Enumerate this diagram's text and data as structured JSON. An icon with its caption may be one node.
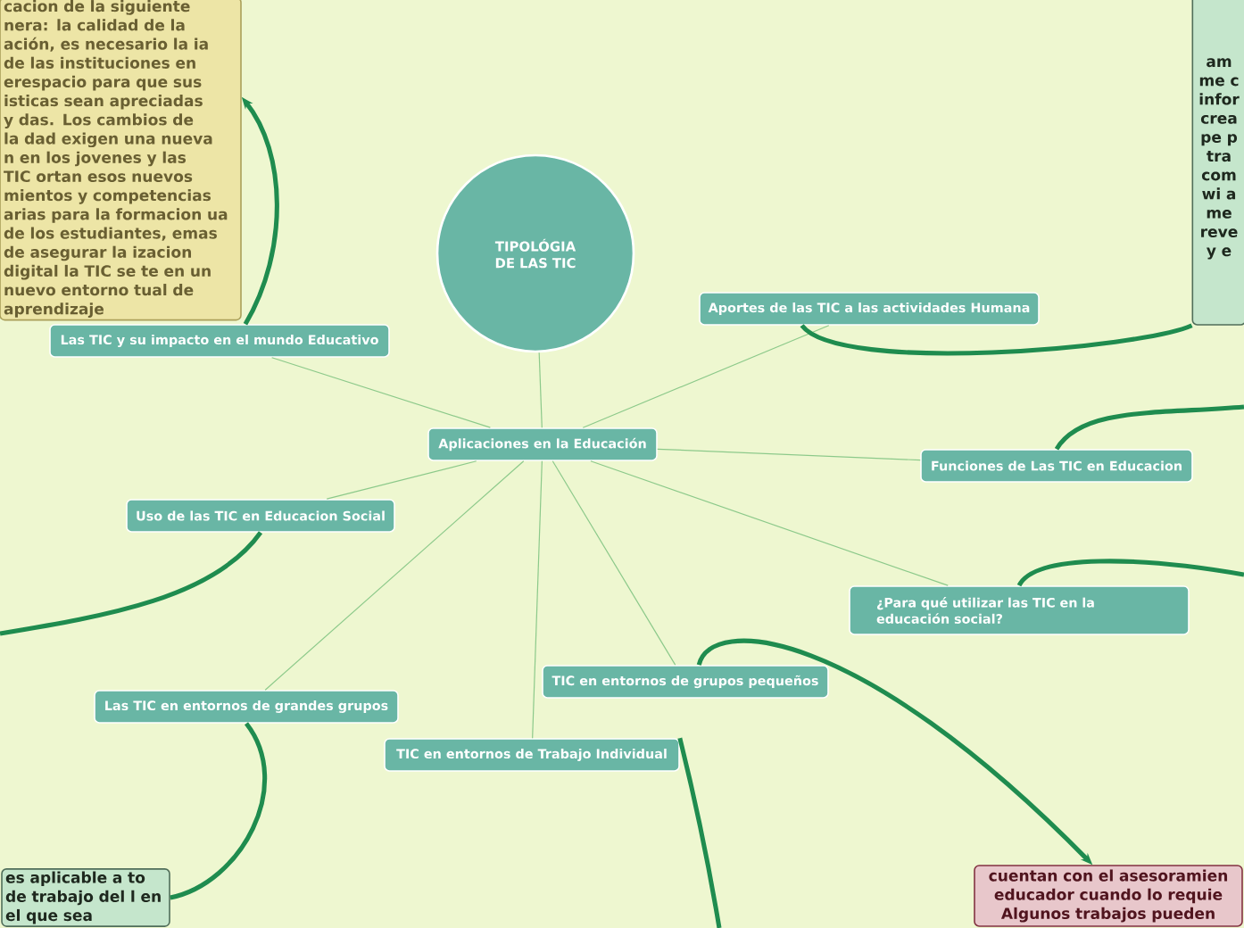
{
  "diagram": {
    "nodes": [
      {
        "text": [
          "TIPOLÓGIA DE LAS TIC"
        ]
      },
      {
        "text": [
          "Aplicaciones en la Educación"
        ]
      },
      {
        "text": [
          "Las TIC y su impacto en el mundo Educativo"
        ]
      },
      {
        "text": [
          "Aportes de las TIC a las actividades Humana"
        ]
      },
      {
        "text": [
          "Funciones de Las TIC en Educacion"
        ]
      },
      {
        "text": [
          "¿Para qué utilizar las TIC en la educación social?"
        ]
      },
      {
        "text": [
          "TIC en entornos de grupos pequeños"
        ]
      },
      {
        "text": [
          "TIC en entornos de Trabajo Individual"
        ]
      },
      {
        "text": [
          "Las TIC en entornos de grandes grupos"
        ]
      },
      {
        "text": [
          "Uso de las TIC en Educacion Social"
        ]
      },
      {
        "text": [
          "cacion de la siguiente nera: la calidad de la ación, es necesario la ia de las instituciones en erespacio para que sus isticas sean apreciadas y das. Los cambios de la dad exigen una nueva n en los jovenes y las TIC ortan esos nuevos mientos y competencias arias para la formacion ua de los estudiantes, emas de asegurar la izacion digital la TIC se te en un nuevo entorno tual de aprendizaje"
        ]
      },
      {
        "text": [
          "am me c infor crea pe p tra com wi a me reve y e"
        ]
      },
      {
        "text": [
          "es aplicable a to de trabajo del l en el que sea"
        ]
      },
      {
        "text": [
          "cuentan con el asesoramien educador cuando lo requie Algunos trabajos pueden"
        ]
      }
    ],
    "edges": [
      {
        "from": 0,
        "to": 1,
        "arrow": "none"
      },
      {
        "from": 1,
        "to": 2,
        "arrow": "none"
      },
      {
        "from": 1,
        "to": 3,
        "arrow": "none"
      },
      {
        "from": 1,
        "to": 4,
        "arrow": "none"
      },
      {
        "from": 1,
        "to": 5,
        "arrow": "none"
      },
      {
        "from": 1,
        "to": 6,
        "arrow": "none"
      },
      {
        "from": 1,
        "to": 7,
        "arrow": "none"
      },
      {
        "from": 1,
        "to": 8,
        "arrow": "none"
      },
      {
        "from": 1,
        "to": 9,
        "arrow": "none"
      },
      {
        "from": 2,
        "to": 10,
        "arrow": "to",
        "style": "thick",
        "color": "#1f8c4f"
      },
      {
        "from": 3,
        "to": 11,
        "arrow": "none",
        "style": "thick",
        "color": "#1f8c4f"
      },
      {
        "from": 4,
        "to": null,
        "arrow": "none",
        "style": "thick",
        "color": "#1f8c4f"
      },
      {
        "from": 5,
        "to": null,
        "arrow": "none",
        "style": "thick",
        "color": "#1f8c4f"
      },
      {
        "from": 6,
        "to": 13,
        "arrow": "to",
        "style": "thick",
        "color": "#1f8c4f"
      },
      {
        "from": 7,
        "to": null,
        "arrow": "none",
        "style": "thick",
        "color": "#1f8c4f"
      },
      {
        "from": 8,
        "to": 12,
        "arrow": "none",
        "style": "thick",
        "color": "#1f8c4f"
      },
      {
        "from": 9,
        "to": null,
        "arrow": "none",
        "style": "thick",
        "color": "#1f8c4f"
      }
    ]
  }
}
